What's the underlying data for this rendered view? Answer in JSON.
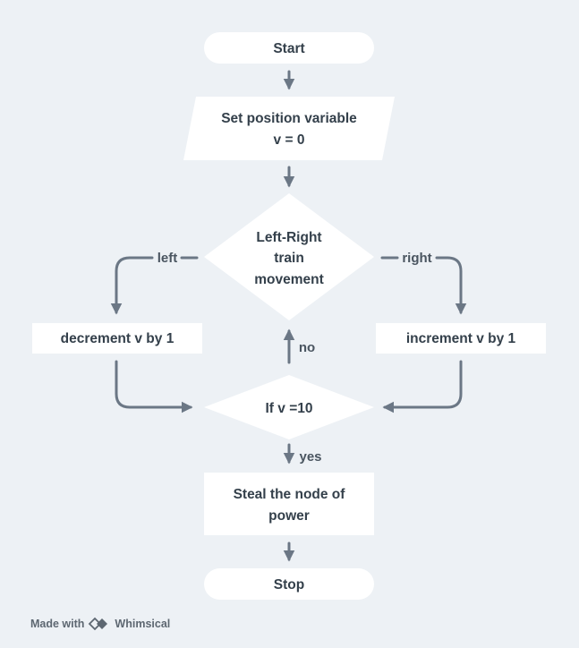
{
  "nodes": {
    "start": {
      "label": "Start"
    },
    "set_var": {
      "lines": [
        "Set position variable",
        "v = 0"
      ]
    },
    "decision_move": {
      "lines": [
        "Left-Right",
        "train",
        "movement"
      ]
    },
    "decrement": {
      "label": "decrement v by 1"
    },
    "increment": {
      "label": "increment v by 1"
    },
    "decision_v": {
      "label": "If v =10"
    },
    "steal": {
      "lines": [
        "Steal the node of",
        "power"
      ]
    },
    "stop": {
      "label": "Stop"
    }
  },
  "edges": {
    "left": "left",
    "right": "right",
    "no": "no",
    "yes": "yes"
  },
  "footer": {
    "prefix": "Made with",
    "brand": "Whimsical"
  },
  "colors": {
    "background": "#edf1f5",
    "node_fill": "#ffffff",
    "arrow": "#6b7785",
    "text": "#34404b"
  }
}
